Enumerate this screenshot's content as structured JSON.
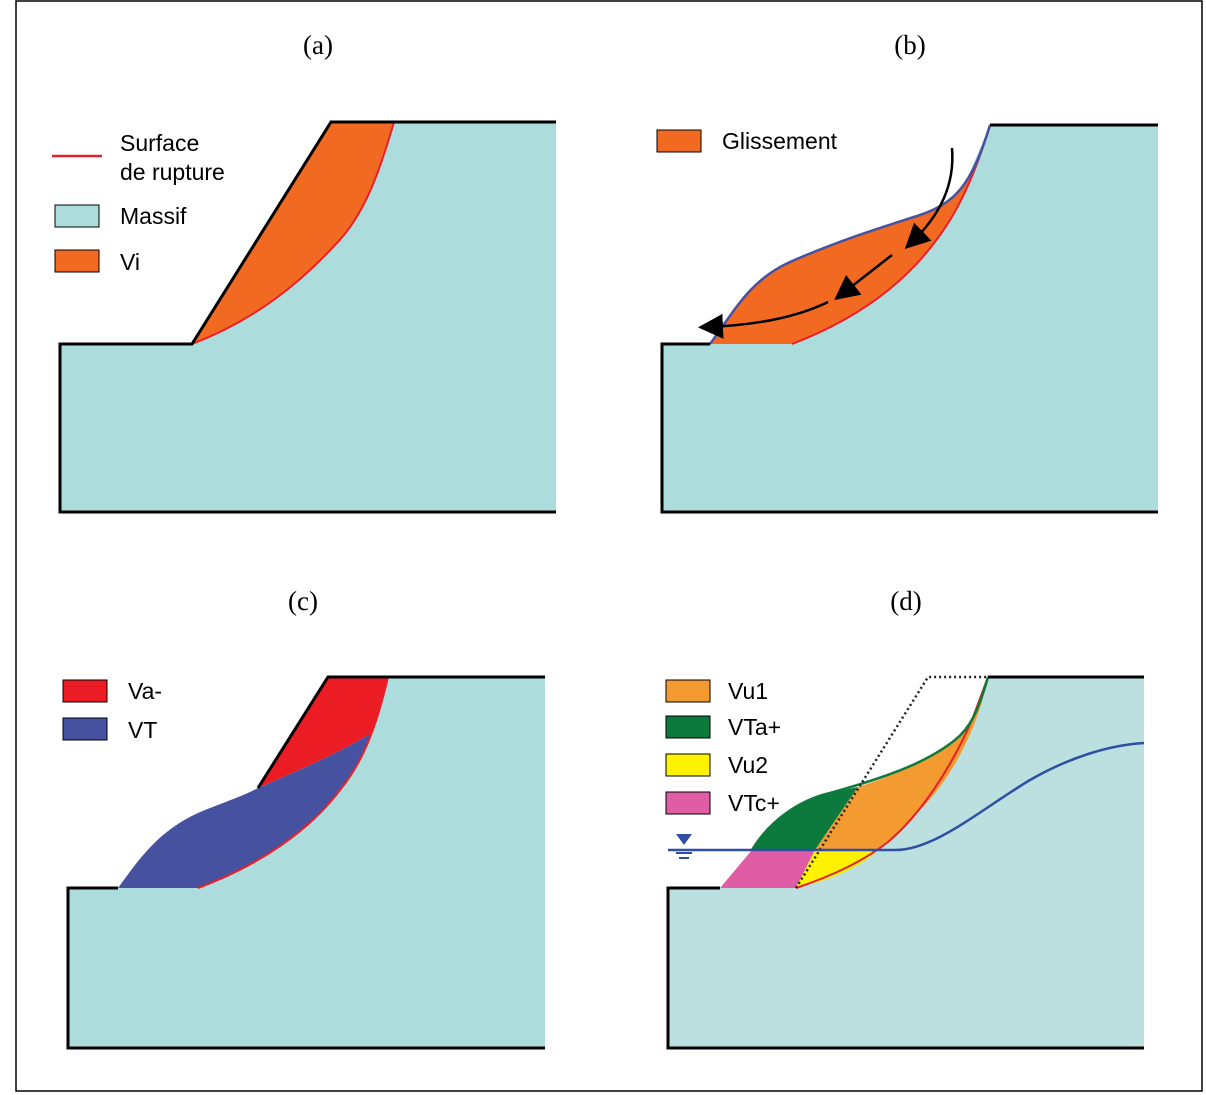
{
  "colors": {
    "massif": "#acdcdc",
    "vi": "#f26a21",
    "rupture": "#e8202b",
    "va_minus": "#ec1c24",
    "vt": "#4651a0",
    "vu1": "#f39a31",
    "vta_plus": "#0d7a3d",
    "vu2": "#fff200",
    "vtc_plus": "#e05da6",
    "water": "#2f4fa4"
  },
  "panels": {
    "a": {
      "label": "(a)",
      "legend": [
        {
          "id": "rupture",
          "line1": "Surface",
          "line2": "de rupture",
          "icon": "red-line"
        },
        {
          "id": "massif",
          "text": "Massif",
          "icon": "swatch"
        },
        {
          "id": "vi",
          "text": "Vi",
          "icon": "swatch"
        }
      ]
    },
    "b": {
      "label": "(b)",
      "legend": [
        {
          "id": "glissement",
          "text": "Glissement",
          "icon": "swatch"
        }
      ]
    },
    "c": {
      "label": "(c)",
      "legend": [
        {
          "id": "va_minus",
          "text": "Va-",
          "icon": "swatch"
        },
        {
          "id": "vt",
          "text": "VT",
          "icon": "swatch"
        }
      ]
    },
    "d": {
      "label": "(d)",
      "legend": [
        {
          "id": "vu1",
          "text": "Vu1",
          "icon": "swatch"
        },
        {
          "id": "vta_plus",
          "text": "VTa+",
          "icon": "swatch"
        },
        {
          "id": "vu2",
          "text": "Vu2",
          "icon": "swatch"
        },
        {
          "id": "vtc_plus",
          "text": "VTc+",
          "icon": "swatch"
        }
      ]
    }
  }
}
